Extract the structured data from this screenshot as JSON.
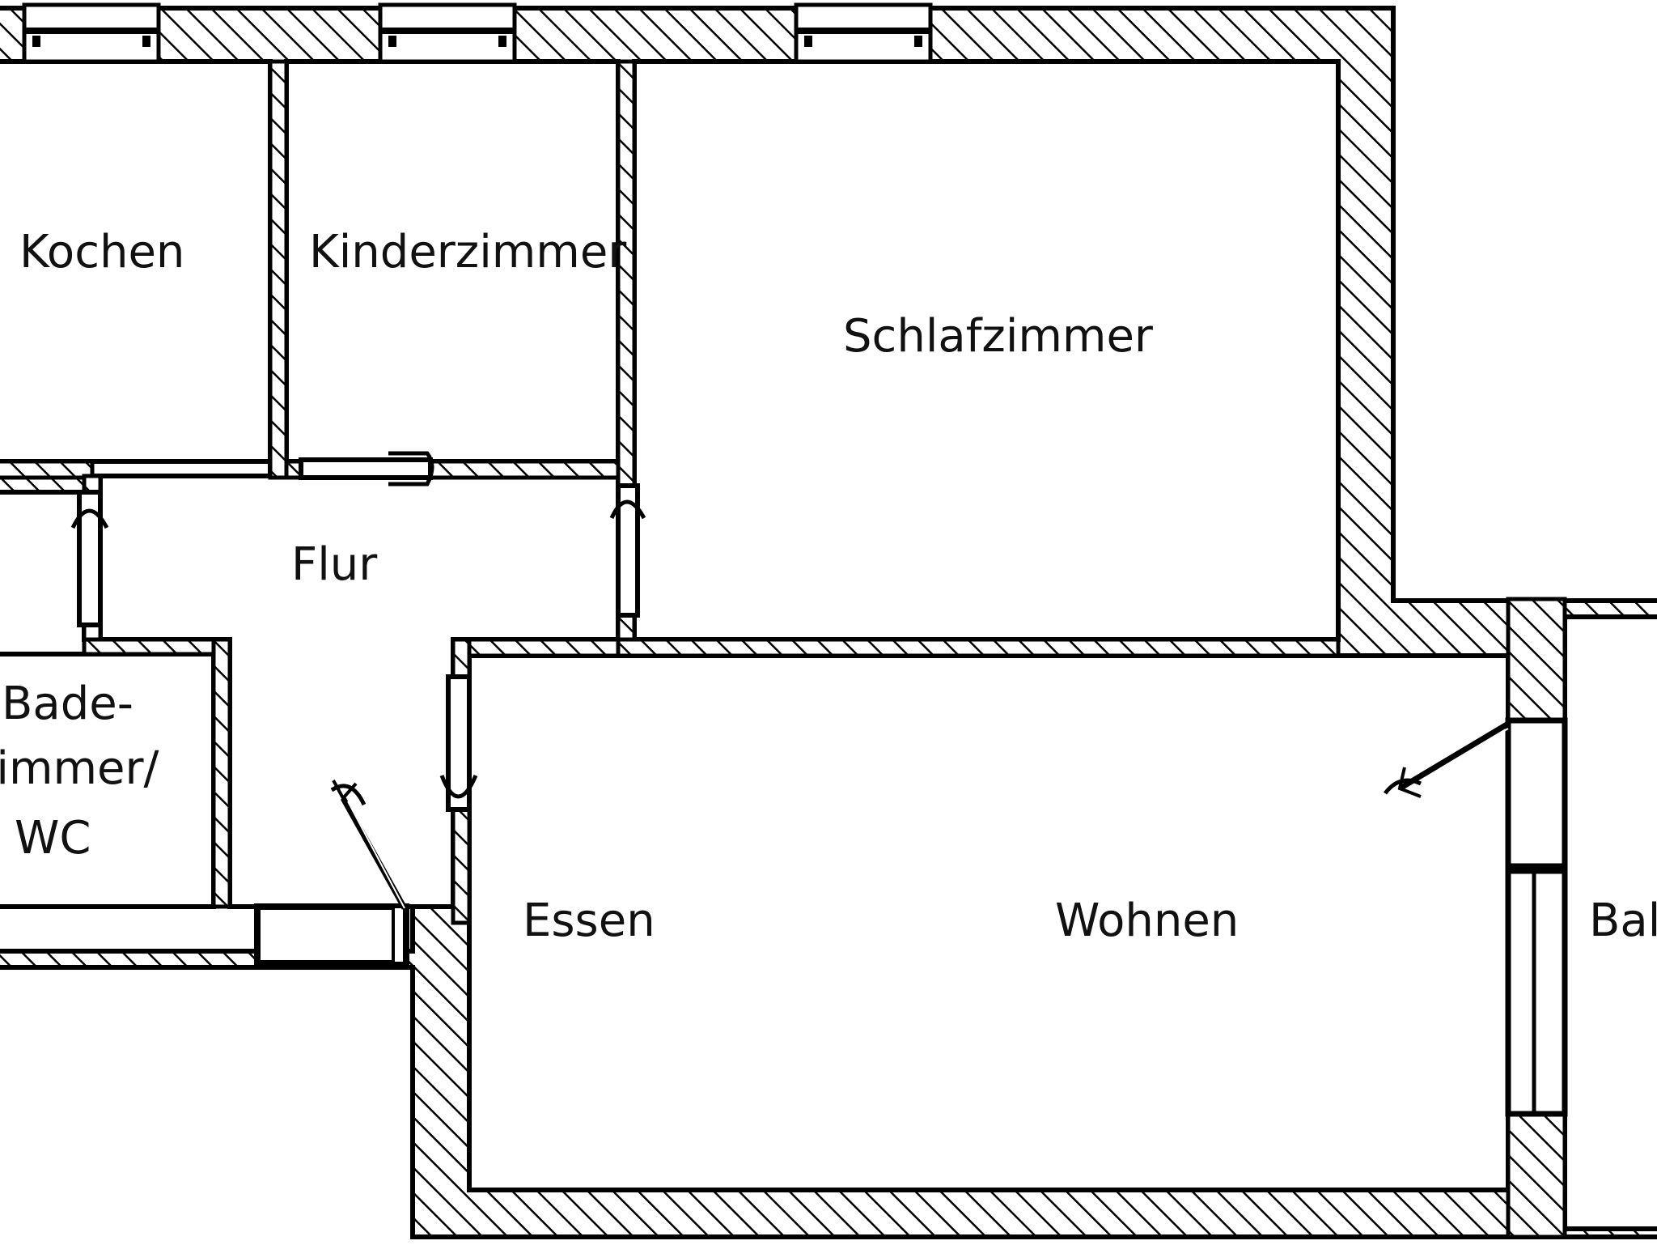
{
  "rooms": {
    "kochen": "Kochen",
    "kinderzimmer": "Kinderzimmer",
    "schlafzimmer": "Schlafzimmer",
    "flur": "Flur",
    "bade_line1": "Bade-",
    "bade_line2": "zimmer/",
    "bade_line3": "WC",
    "essen": "Essen",
    "wohnen": "Wohnen",
    "balkon": "Balkon"
  },
  "colors": {
    "wall": "#000000",
    "hatch": "#000000",
    "floor": "#ffffff"
  }
}
